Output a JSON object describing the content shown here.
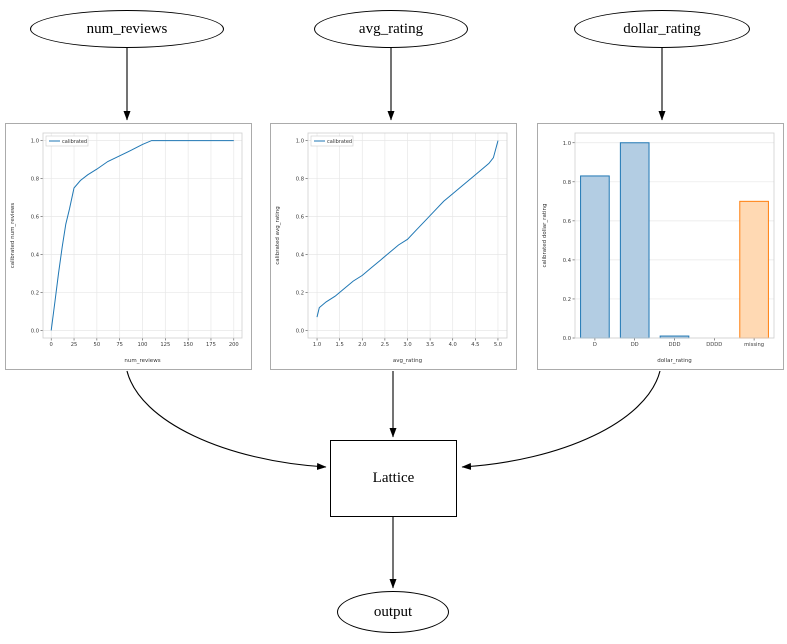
{
  "nodes": {
    "num_reviews": {
      "label": "num_reviews"
    },
    "avg_rating": {
      "label": "avg_rating"
    },
    "dollar_rating": {
      "label": "dollar_rating"
    },
    "lattice": {
      "label": "Lattice"
    },
    "output": {
      "label": "output"
    }
  },
  "colors": {
    "line_blue": "#1f77b4",
    "bar_blue_fill": "#b3cde3",
    "bar_blue_edge": "#1f77b4",
    "bar_orange_fill": "#ffd9b3",
    "bar_orange_edge": "#ff7f0e",
    "edge_black": "#000000"
  },
  "chart_data": [
    {
      "type": "line",
      "title": "",
      "xlabel": "num_reviews",
      "ylabel": "calibrated num_reviews",
      "legend": [
        "calibrated"
      ],
      "xlim": [
        -9,
        209
      ],
      "ylim": [
        -0.04,
        1.04
      ],
      "xticks": [
        "0",
        "25",
        "50",
        "75",
        "100",
        "125",
        "150",
        "175",
        "200"
      ],
      "yticks": [
        "0.0",
        "0.2",
        "0.4",
        "0.6",
        "0.8",
        "1.0"
      ],
      "series": [
        {
          "name": "calibrated",
          "color": "#1f77b4",
          "x": [
            0,
            4,
            8,
            12,
            16,
            20,
            25,
            32,
            40,
            50,
            62,
            75,
            88,
            100,
            110,
            125,
            150,
            175,
            200
          ],
          "y": [
            0.0,
            0.15,
            0.3,
            0.44,
            0.56,
            0.64,
            0.75,
            0.79,
            0.82,
            0.85,
            0.89,
            0.92,
            0.95,
            0.98,
            1.0,
            1.0,
            1.0,
            1.0,
            1.0
          ]
        }
      ]
    },
    {
      "type": "line",
      "title": "",
      "xlabel": "avg_rating",
      "ylabel": "calibrated avg_rating",
      "legend": [
        "calibrated"
      ],
      "xlim": [
        0.8,
        5.2
      ],
      "ylim": [
        -0.04,
        1.04
      ],
      "xticks": [
        "1.0",
        "1.5",
        "2.0",
        "2.5",
        "3.0",
        "3.5",
        "4.0",
        "4.5",
        "5.0"
      ],
      "yticks": [
        "0.0",
        "0.2",
        "0.4",
        "0.6",
        "0.8",
        "1.0"
      ],
      "series": [
        {
          "name": "calibrated",
          "color": "#1f77b4",
          "x": [
            1.0,
            1.05,
            1.2,
            1.4,
            1.6,
            1.8,
            2.0,
            2.2,
            2.4,
            2.6,
            2.8,
            3.0,
            3.2,
            3.4,
            3.6,
            3.8,
            4.0,
            4.2,
            4.4,
            4.6,
            4.8,
            4.9,
            5.0
          ],
          "y": [
            0.07,
            0.12,
            0.15,
            0.18,
            0.22,
            0.26,
            0.29,
            0.33,
            0.37,
            0.41,
            0.45,
            0.48,
            0.53,
            0.58,
            0.63,
            0.68,
            0.72,
            0.76,
            0.8,
            0.84,
            0.88,
            0.91,
            1.0
          ]
        }
      ]
    },
    {
      "type": "bar",
      "title": "",
      "xlabel": "dollar_rating",
      "ylabel": "calibrated dollar_rating",
      "categories": [
        "D",
        "DD",
        "DDD",
        "DDDD",
        "missing"
      ],
      "values": [
        0.83,
        1.0,
        0.01,
        0.0,
        0.7
      ],
      "bar_fill": [
        "#b3cde3",
        "#b3cde3",
        "#b3cde3",
        "#b3cde3",
        "#ffd9b3"
      ],
      "bar_edge": [
        "#1f77b4",
        "#1f77b4",
        "#1f77b4",
        "#1f77b4",
        "#ff7f0e"
      ],
      "ylim": [
        0,
        1.05
      ],
      "yticks": [
        "0.0",
        "0.2",
        "0.4",
        "0.6",
        "0.8",
        "1.0"
      ]
    }
  ]
}
